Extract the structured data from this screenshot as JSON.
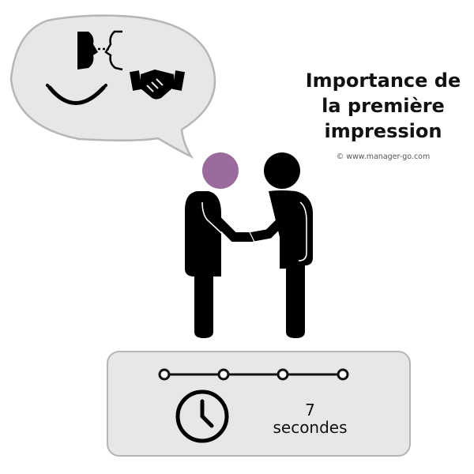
{
  "title": {
    "line1": "Importance de",
    "line2": "la première",
    "line3": "impression"
  },
  "credit": "© www.manager-go.com",
  "timer": {
    "value": "7",
    "unit": "secondes",
    "timeline_points": 4
  },
  "icons": [
    "face-to-face-icon",
    "smile-icon",
    "handshake-icon",
    "clock-icon"
  ],
  "colors": {
    "accent_head": "#9b6b9e",
    "figure": "#000000",
    "bubble_fill": "#e6e7e9",
    "bubble_stroke": "#b5b6b8",
    "panel_fill": "#e6e7e9"
  }
}
